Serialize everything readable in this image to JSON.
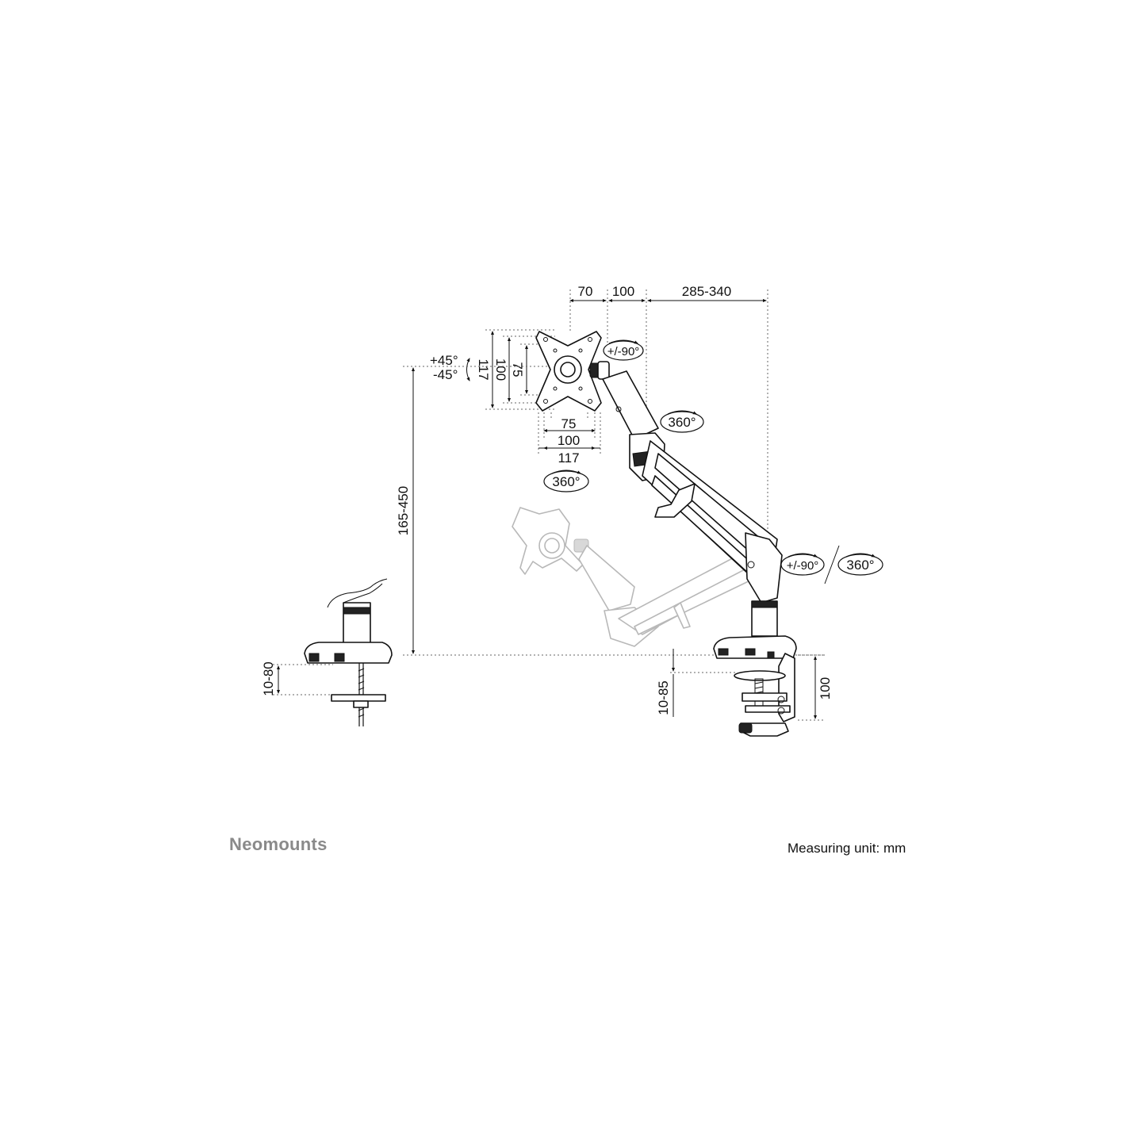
{
  "brand": "Neomounts",
  "measuring_unit": "Measuring unit: mm",
  "dimensions": {
    "top_70": "70",
    "top_100": "100",
    "top_285_340": "285-340",
    "plate_117_v": "117",
    "plate_100_v": "100",
    "plate_75_v": "75",
    "plate_75_h": "75",
    "plate_100_h": "100",
    "plate_117_h": "117",
    "height_165_450": "165-450",
    "grommet_10_80": "10-80",
    "clamp_10_85": "10-85",
    "clamp_100": "100"
  },
  "rotations": {
    "tilt_plus": "+45°",
    "tilt_minus": "-45°",
    "rotate_plate": "+/-90°",
    "swivel_elbow": "360°",
    "swivel_plate": "360°",
    "rotate_base": "+/-90°",
    "swivel_base": "360°"
  },
  "colors": {
    "line": "#111111",
    "ghost": "#b8b8b8",
    "brand": "#8a8a8a"
  },
  "icons": [
    "rotation-arrow-icon",
    "tilt-arrow-icon"
  ]
}
